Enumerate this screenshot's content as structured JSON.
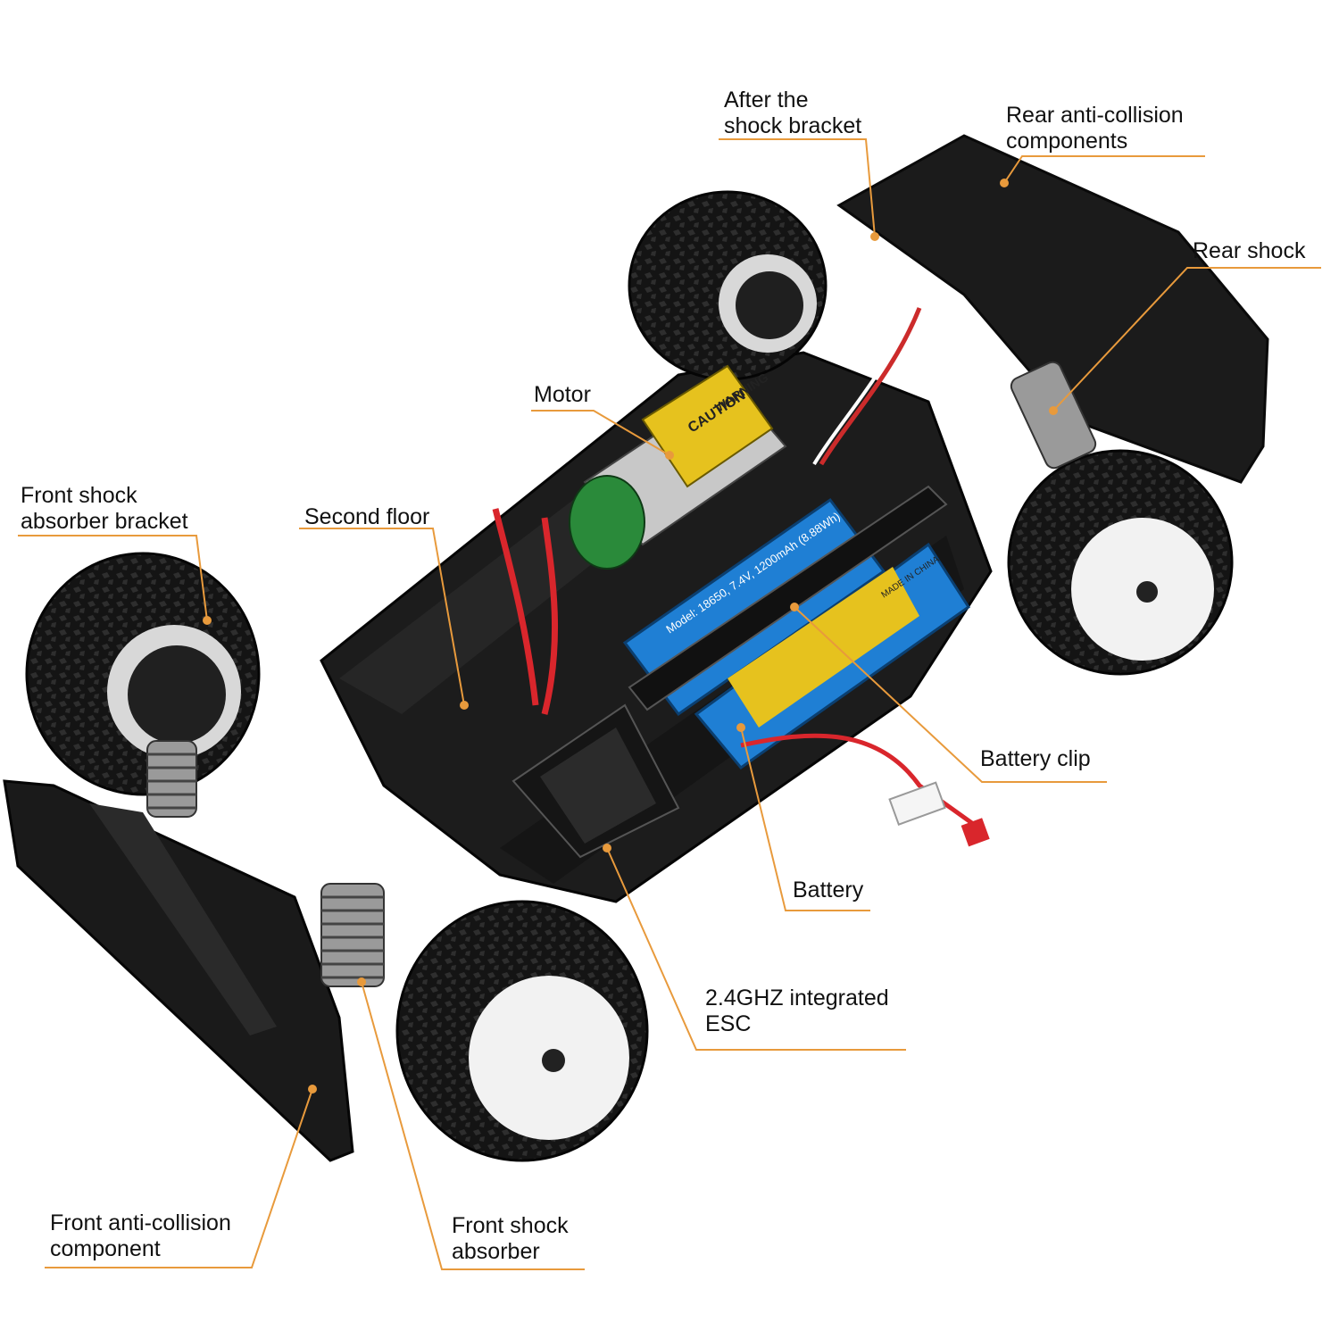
{
  "colors": {
    "leader": "#e89a3c",
    "tire": "#141414",
    "chassis": "#1c1c1c",
    "battery": "#1f7fd4",
    "motor_label": "#e6c21e",
    "wire_red": "#d9262c",
    "rim": "#f2f2f2"
  },
  "callouts": [
    {
      "id": "after-shock-bracket",
      "text": "After the\nshock bracket"
    },
    {
      "id": "rear-anti-collision",
      "text": "Rear anti-collision\ncomponents"
    },
    {
      "id": "rear-shock",
      "text": "Rear shock"
    },
    {
      "id": "motor",
      "text": "Motor"
    },
    {
      "id": "front-shock-bracket",
      "text": "Front shock\nabsorber bracket"
    },
    {
      "id": "second-floor",
      "text": "Second floor"
    },
    {
      "id": "battery-clip",
      "text": "Battery clip"
    },
    {
      "id": "battery",
      "text": "Battery"
    },
    {
      "id": "esc",
      "text": "2.4GHZ integrated\nESC"
    },
    {
      "id": "front-anti-collision",
      "text": "Front anti-collision\ncomponent"
    },
    {
      "id": "front-shock",
      "text": "Front shock\nabsorber"
    }
  ],
  "printed_text": {
    "motor_warning": "WARNING",
    "motor_caution": "CAUTION",
    "battery_model": "Model: 18650, 7.4V, 1200mAh (8.88Wh)",
    "battery_origin": "MADE IN CHINA"
  }
}
